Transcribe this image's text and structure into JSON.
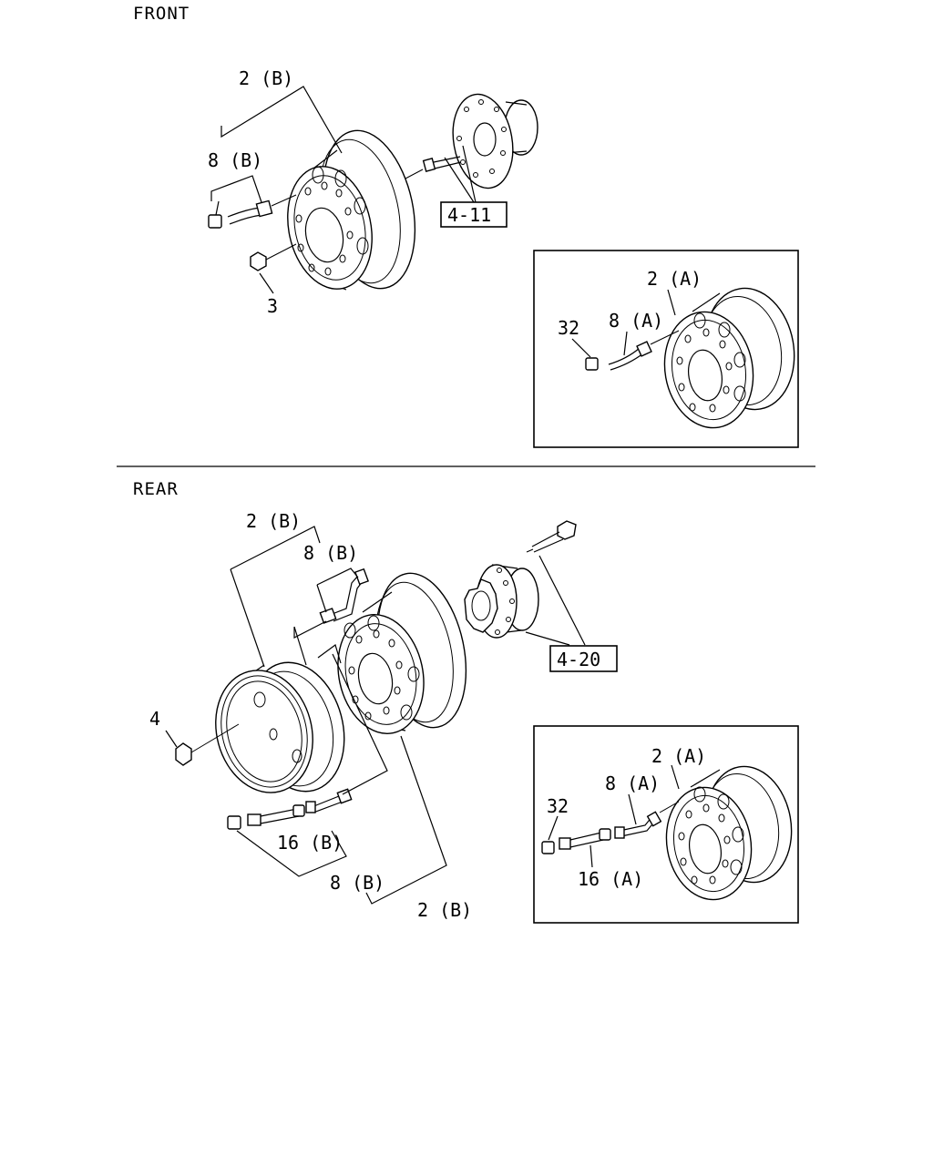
{
  "sections": {
    "front": "FRONT",
    "rear": "REAR"
  },
  "front_labels": {
    "wheel_b": "2 (B)",
    "valve_b": "8 (B)",
    "nut": "3",
    "ref": "4-11"
  },
  "front_inset": {
    "wheel_a": "2 (A)",
    "cap": "32",
    "valve_a": "8 (A)"
  },
  "rear_labels": {
    "wheel_b_top": "2 (B)",
    "valve_b_top": "8 (B)",
    "nut": "4",
    "ref": "4-20",
    "extension_b": "16 (B)",
    "valve_b_bottom": "8 (B)",
    "wheel_b_bottom": "2 (B)"
  },
  "rear_inset": {
    "wheel_a": "2 (A)",
    "valve_a": "8 (A)",
    "cap": "32",
    "extension_a": "16 (A)"
  }
}
